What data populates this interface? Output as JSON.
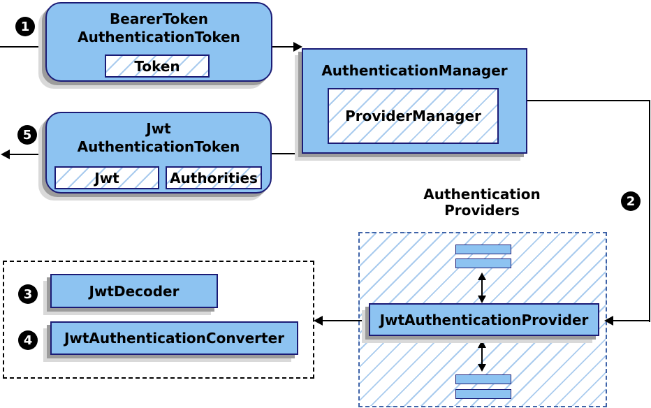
{
  "nodes": {
    "bearer": {
      "line1": "BearerToken",
      "line2": "AuthenticationToken",
      "inner": "Token"
    },
    "manager": {
      "title": "AuthenticationManager",
      "inner": "ProviderManager"
    },
    "jwt": {
      "line1": "Jwt",
      "line2": "AuthenticationToken",
      "inner_left": "Jwt",
      "inner_right": "Authorities"
    },
    "provider": {
      "label": "JwtAuthenticationProvider"
    },
    "decoder": {
      "label": "JwtDecoder"
    },
    "converter": {
      "label": "JwtAuthenticationConverter"
    }
  },
  "groups": {
    "providers": {
      "label_line1": "Authentication",
      "label_line2": "Providers"
    }
  },
  "badges": {
    "step1": "1",
    "step2": "2",
    "step3": "3",
    "step4": "4",
    "step5": "5"
  },
  "colors": {
    "node-fill": "#8dc3f1",
    "node-border": "#1b1b75",
    "hatch-line": "#a9cbee",
    "group-dash-blue": "#3f63a8",
    "line-black": "#000000",
    "shadow-dark": "#9c9c9c",
    "shadow-light": "#d9d9d9"
  }
}
